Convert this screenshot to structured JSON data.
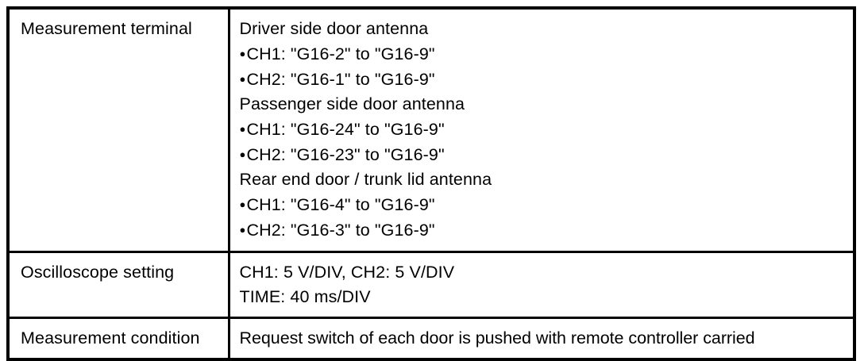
{
  "table": {
    "rows": [
      {
        "key": "measurement-terminal",
        "label": "Measurement terminal",
        "lines": [
          {
            "type": "head",
            "text": "Driver side door antenna"
          },
          {
            "type": "bullet",
            "text": "CH1: \"G16-2\" to \"G16-9\""
          },
          {
            "type": "bullet",
            "text": "CH2: \"G16-1\" to \"G16-9\""
          },
          {
            "type": "head",
            "text": "Passenger side door antenna"
          },
          {
            "type": "bullet",
            "text": "CH1: \"G16-24\" to \"G16-9\""
          },
          {
            "type": "bullet",
            "text": "CH2: \"G16-23\" to \"G16-9\""
          },
          {
            "type": "head",
            "text": "Rear end door / trunk lid antenna"
          },
          {
            "type": "bullet",
            "text": "CH1: \"G16-4\" to \"G16-9\""
          },
          {
            "type": "bullet",
            "text": "CH2: \"G16-3\" to \"G16-9\""
          }
        ]
      },
      {
        "key": "oscilloscope-setting",
        "label": "Oscilloscope setting",
        "lines": [
          {
            "type": "head",
            "text": "CH1: 5 V/DIV, CH2: 5 V/DIV"
          },
          {
            "type": "head",
            "text": "TIME: 40 ms/DIV"
          }
        ]
      },
      {
        "key": "measurement-condition",
        "label": "Measurement condition",
        "lines": [
          {
            "type": "head",
            "text": "Request switch of each door is pushed with remote controller carried"
          }
        ]
      }
    ]
  },
  "style": {
    "border_color": "#000000",
    "background": "#ffffff",
    "text_color": "#000000"
  }
}
